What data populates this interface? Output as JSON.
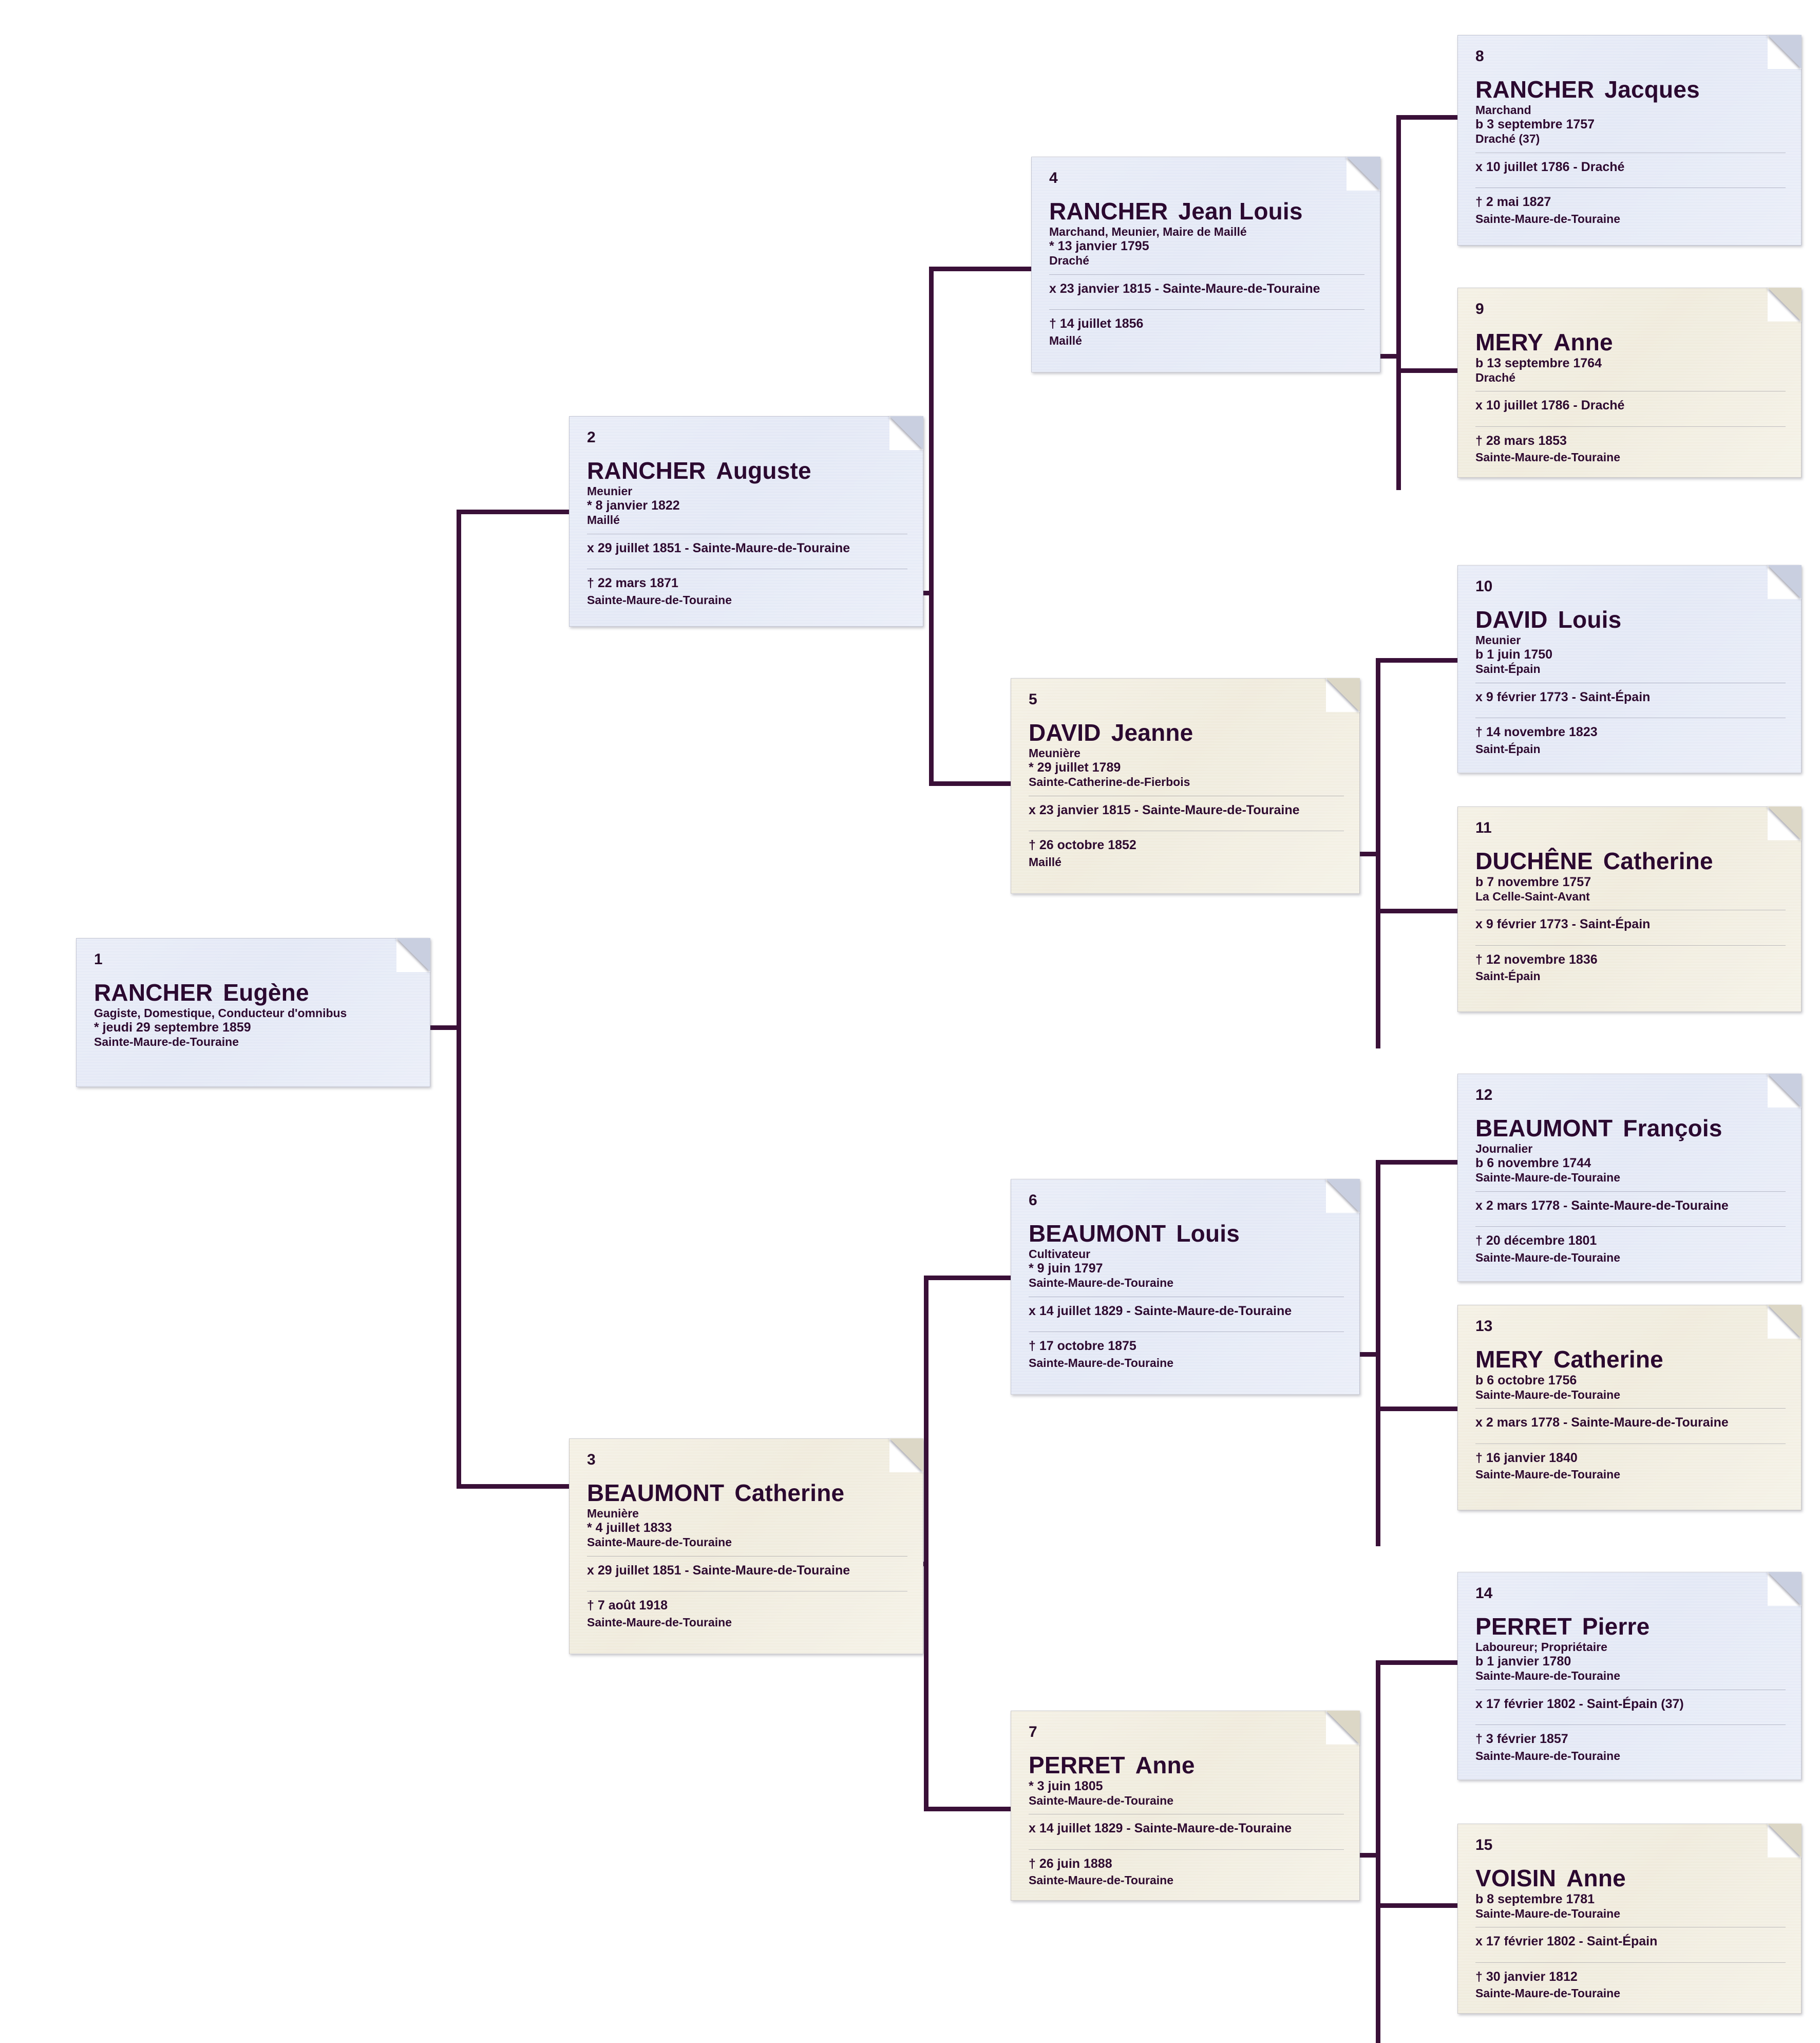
{
  "chart": {
    "type": "pedigree-ancestor-tree",
    "generations": 4,
    "person_count": 15,
    "colors": {
      "male_card": "#e3e8f6",
      "female_card": "#efeade",
      "connector": "#3a1038",
      "text": "#2e0a30",
      "background": "#ffffff"
    },
    "symbols": {
      "birth_star": "*",
      "baptism": "b",
      "marriage": "x",
      "death_dagger": "†"
    }
  },
  "people": [
    {
      "id": "1",
      "sex": "male",
      "surname": "RANCHER",
      "given": "Eugène",
      "occupation": "Gagiste, Domestique, Conducteur d'omnibus",
      "birth": "* jeudi 29 septembre 1859",
      "birthplace": "Sainte-Maure-de-Touraine",
      "marriage": "",
      "death": "",
      "deathplace": ""
    },
    {
      "id": "2",
      "sex": "male",
      "surname": "RANCHER",
      "given": "Auguste",
      "occupation": "Meunier",
      "birth": "* 8 janvier 1822",
      "birthplace": "Maillé",
      "marriage": "x 29 juillet 1851 - Sainte-Maure-de-Touraine",
      "death": "† 22 mars 1871",
      "deathplace": "Sainte-Maure-de-Touraine"
    },
    {
      "id": "3",
      "sex": "female",
      "surname": "BEAUMONT",
      "given": "Catherine",
      "occupation": "Meunière",
      "birth": "* 4 juillet 1833",
      "birthplace": "Sainte-Maure-de-Touraine",
      "marriage": "x 29 juillet 1851 - Sainte-Maure-de-Touraine",
      "death": "† 7 août 1918",
      "deathplace": "Sainte-Maure-de-Touraine"
    },
    {
      "id": "4",
      "sex": "male",
      "surname": "RANCHER",
      "given": "Jean Louis",
      "occupation": "Marchand, Meunier, Maire de Maillé",
      "birth": "* 13 janvier 1795",
      "birthplace": "Draché",
      "marriage": "x 23 janvier 1815 - Sainte-Maure-de-Touraine",
      "death": "† 14 juillet 1856",
      "deathplace": "Maillé"
    },
    {
      "id": "5",
      "sex": "female",
      "surname": "DAVID",
      "given": "Jeanne",
      "occupation": "Meunière",
      "birth": "* 29 juillet 1789",
      "birthplace": "Sainte-Catherine-de-Fierbois",
      "marriage": "x 23 janvier 1815 - Sainte-Maure-de-Touraine",
      "death": "† 26 octobre 1852",
      "deathplace": "Maillé"
    },
    {
      "id": "6",
      "sex": "male",
      "surname": "BEAUMONT",
      "given": "Louis",
      "occupation": "Cultivateur",
      "birth": "* 9 juin 1797",
      "birthplace": "Sainte-Maure-de-Touraine",
      "marriage": "x 14 juillet 1829 - Sainte-Maure-de-Touraine",
      "death": "† 17 octobre 1875",
      "deathplace": "Sainte-Maure-de-Touraine"
    },
    {
      "id": "7",
      "sex": "female",
      "surname": "PERRET",
      "given": "Anne",
      "occupation": "",
      "birth": "* 3 juin 1805",
      "birthplace": "Sainte-Maure-de-Touraine",
      "marriage": "x 14 juillet 1829 - Sainte-Maure-de-Touraine",
      "death": "† 26 juin 1888",
      "deathplace": "Sainte-Maure-de-Touraine"
    },
    {
      "id": "8",
      "sex": "male",
      "surname": "RANCHER",
      "given": "Jacques",
      "occupation": "Marchand",
      "birth": "b 3 septembre 1757",
      "birthplace": "Draché (37)",
      "marriage": "x 10 juillet 1786 - Draché",
      "death": "† 2 mai 1827",
      "deathplace": "Sainte-Maure-de-Touraine"
    },
    {
      "id": "9",
      "sex": "female",
      "surname": "MERY",
      "given": "Anne",
      "occupation": "",
      "birth": "b 13 septembre 1764",
      "birthplace": "Draché",
      "marriage": "x 10 juillet 1786 - Draché",
      "death": "† 28 mars 1853",
      "deathplace": "Sainte-Maure-de-Touraine"
    },
    {
      "id": "10",
      "sex": "male",
      "surname": "DAVID",
      "given": "Louis",
      "occupation": "Meunier",
      "birth": "b 1 juin 1750",
      "birthplace": "Saint-Épain",
      "marriage": "x 9 février 1773 - Saint-Épain",
      "death": "† 14 novembre 1823",
      "deathplace": "Saint-Épain"
    },
    {
      "id": "11",
      "sex": "female",
      "surname": "DUCHÊNE",
      "given": "Catherine",
      "occupation": "",
      "birth": "b 7 novembre 1757",
      "birthplace": "La Celle-Saint-Avant",
      "marriage": "x 9 février 1773 - Saint-Épain",
      "death": "† 12 novembre 1836",
      "deathplace": "Saint-Épain"
    },
    {
      "id": "12",
      "sex": "male",
      "surname": "BEAUMONT",
      "given": "François",
      "occupation": "Journalier",
      "birth": "b 6 novembre 1744",
      "birthplace": "Sainte-Maure-de-Touraine",
      "marriage": "x 2 mars 1778 - Sainte-Maure-de-Touraine",
      "death": "† 20 décembre 1801",
      "deathplace": "Sainte-Maure-de-Touraine"
    },
    {
      "id": "13",
      "sex": "female",
      "surname": "MERY",
      "given": "Catherine",
      "occupation": "",
      "birth": "b 6 octobre 1756",
      "birthplace": "Sainte-Maure-de-Touraine",
      "marriage": "x 2 mars 1778 - Sainte-Maure-de-Touraine",
      "death": "† 16 janvier 1840",
      "deathplace": "Sainte-Maure-de-Touraine"
    },
    {
      "id": "14",
      "sex": "male",
      "surname": "PERRET",
      "given": "Pierre",
      "occupation": "Laboureur; Propriétaire",
      "birth": "b 1 janvier 1780",
      "birthplace": "Sainte-Maure-de-Touraine",
      "marriage": "x 17 février 1802 - Saint-Épain (37)",
      "death": "† 3 février 1857",
      "deathplace": "Sainte-Maure-de-Touraine"
    },
    {
      "id": "15",
      "sex": "female",
      "surname": "VOISIN",
      "given": "Anne",
      "occupation": "",
      "birth": "b 8 septembre 1781",
      "birthplace": "Sainte-Maure-de-Touraine",
      "marriage": "x 17 février 1802 - Saint-Épain",
      "death": "† 30 janvier 1812",
      "deathplace": "Sainte-Maure-de-Touraine"
    }
  ]
}
